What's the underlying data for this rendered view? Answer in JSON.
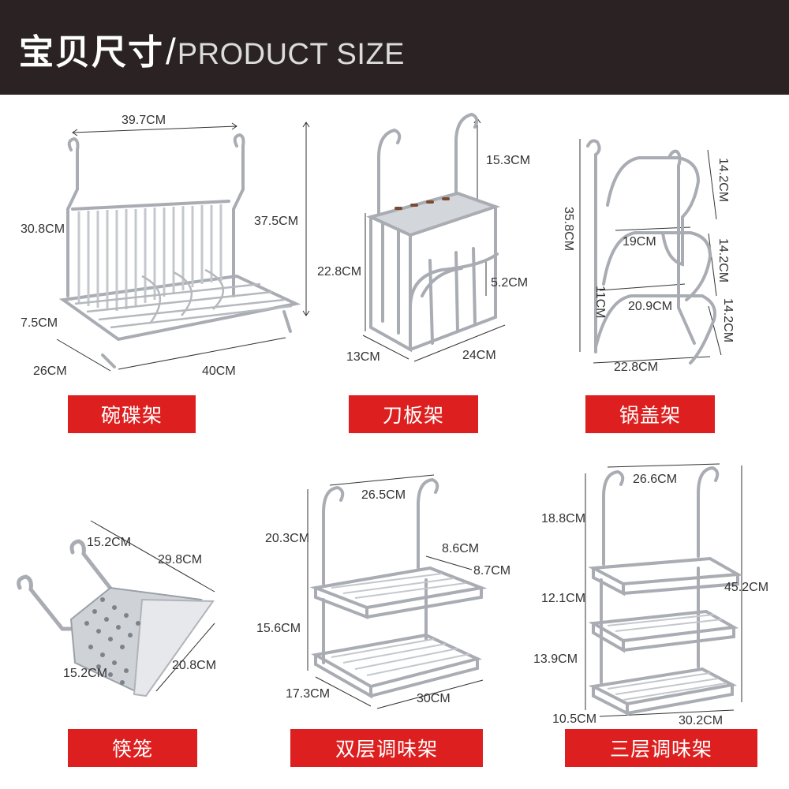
{
  "header": {
    "title_zh": "宝贝尺寸",
    "separator": "/",
    "title_en": "PRODUCT SIZE"
  },
  "products": {
    "dish_rack": {
      "name": "碗碟架",
      "dims": {
        "width_top": "39.7CM",
        "height_basket": "30.8CM",
        "height_total": "37.5CM",
        "foot": "7.5CM",
        "depth": "26CM",
        "width_bottom": "40CM"
      }
    },
    "knife_rack": {
      "name": "刀板架",
      "dims": {
        "hook": "15.3CM",
        "height": "22.8CM",
        "slot": "5.2CM",
        "depth": "13CM",
        "width": "24CM"
      }
    },
    "lid_rack": {
      "name": "锅盖架",
      "dims": {
        "tier1": "14.2CM",
        "tier2": "14.2CM",
        "tier3": "14.2CM",
        "height": "35.8CM",
        "top_width": "19CM",
        "side": "11CM",
        "mid_width": "20.9CM",
        "width": "22.8CM"
      }
    },
    "chopstick_cage": {
      "name": "筷笼",
      "dims": {
        "hook": "15.2CM",
        "length": "29.8CM",
        "depth": "15.2CM",
        "height": "20.8CM"
      }
    },
    "double_spice_rack": {
      "name": "双层调味架",
      "dims": {
        "width_top": "26.5CM",
        "hook": "20.3CM",
        "side_a": "8.6CM",
        "side_b": "8.7CM",
        "gap": "15.6CM",
        "depth": "17.3CM",
        "width": "30CM"
      }
    },
    "triple_spice_rack": {
      "name": "三层调味架",
      "dims": {
        "width_top": "26.6CM",
        "hook": "18.8CM",
        "height": "45.2CM",
        "gap1": "12.1CM",
        "gap2": "13.9CM",
        "depth": "10.5CM",
        "width": "30.2CM"
      }
    }
  },
  "colors": {
    "banner": "#2b2323",
    "label": "#dd1f1f",
    "steel": "#b8bcc2",
    "dim_line": "#333333"
  }
}
